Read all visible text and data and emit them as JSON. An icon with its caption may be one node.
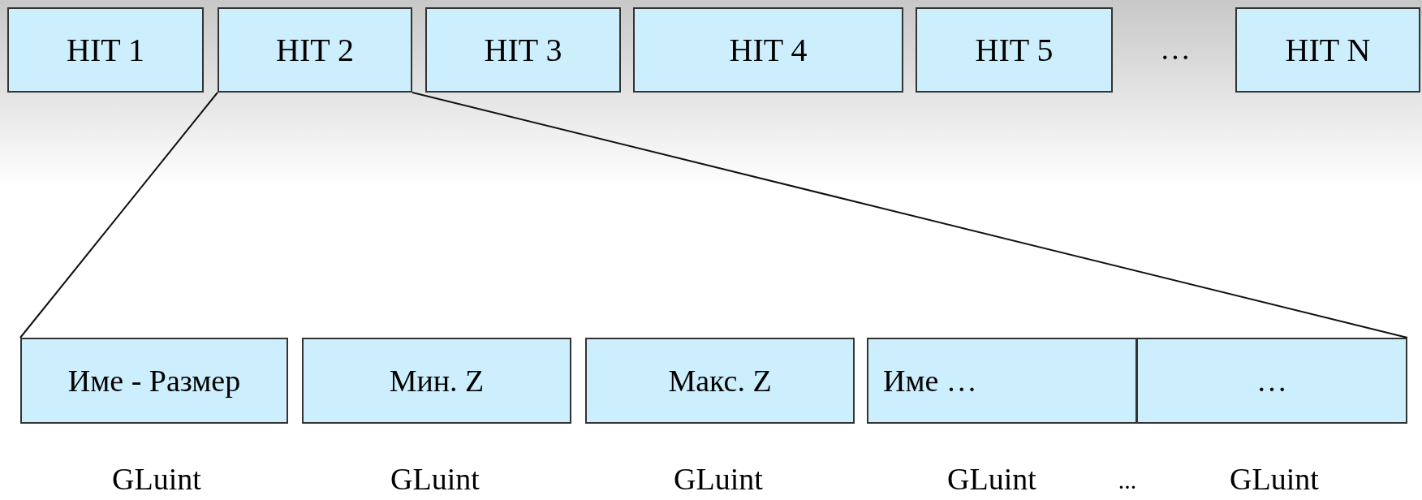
{
  "diagram": {
    "nodes": [
      {
        "text": [
          "HIT 1"
        ]
      },
      {
        "text": [
          "HIT 2"
        ]
      },
      {
        "text": [
          "HIT 3"
        ]
      },
      {
        "text": [
          "HIT 4"
        ]
      },
      {
        "text": [
          "HIT 5"
        ]
      },
      {
        "text": [
          "HIT N"
        ]
      },
      {
        "text": [
          "Име - Размер"
        ]
      },
      {
        "text": [
          "Мин. Z"
        ]
      },
      {
        "text": [
          "Макс. Z"
        ]
      },
      {
        "text": [
          "Име …"
        ]
      },
      {
        "text": [
          "…"
        ]
      }
    ],
    "edges": [
      {
        "from": 1,
        "to": 6,
        "arrow": "none"
      },
      {
        "from": 1,
        "to": 10,
        "arrow": "none"
      }
    ],
    "labels": [
      "…",
      "GLuint",
      "GLuint",
      "GLuint",
      "GLuint",
      "...",
      "GLuint"
    ]
  }
}
